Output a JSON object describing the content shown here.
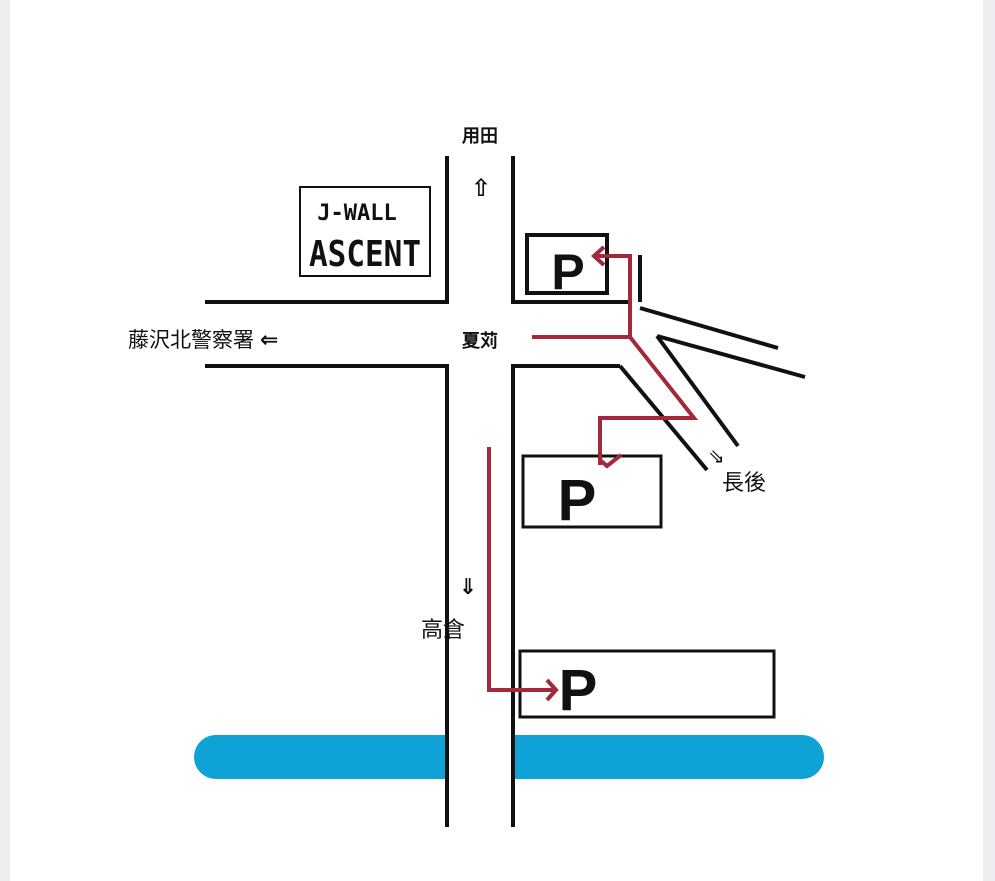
{
  "map": {
    "store": {
      "line1": "J-WALL",
      "line2": "ASCENT"
    },
    "destinations": {
      "north": {
        "label": "用田",
        "arrow": "⇧"
      },
      "west": {
        "label": "藤沢北警察署",
        "arrow": "⇐"
      },
      "south": {
        "label": "高倉",
        "arrow": "⇓"
      },
      "southeast": {
        "label": "長後",
        "arrow": "⇘"
      }
    },
    "intersection": {
      "label": "夏苅"
    },
    "parking": [
      {
        "id": "parking-1",
        "label": "P"
      },
      {
        "id": "parking-2",
        "label": "P"
      },
      {
        "id": "parking-3",
        "label": "P"
      }
    ],
    "colors": {
      "road_line": "#111111",
      "route": "#a3283a",
      "river": "#0fa2d6",
      "background": "#ffffff"
    }
  }
}
